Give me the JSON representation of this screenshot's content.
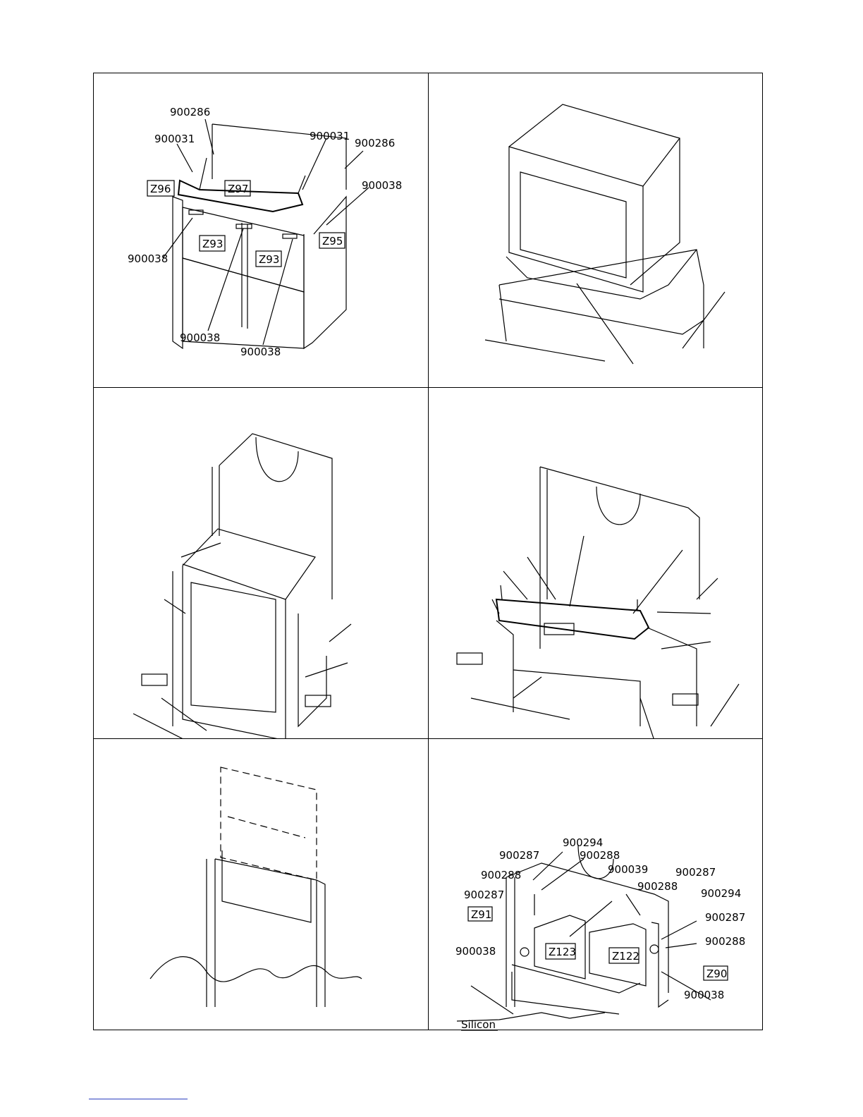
{
  "panels": {
    "p1": {
      "labels": [
        "900286",
        "900031",
        "900031",
        "900286",
        "900038",
        "900038",
        "900038",
        "900038"
      ],
      "boxed": [
        "Z96",
        "Z97",
        "Z93",
        "Z93",
        "Z95"
      ]
    },
    "p6": {
      "labels": [
        "900294",
        "900287",
        "900288",
        "900039",
        "900288",
        "900287",
        "900288",
        "900287",
        "900294",
        "900287",
        "900288",
        "900038",
        "900038"
      ],
      "boxed": [
        "Z91",
        "Z123",
        "Z122",
        "Z90"
      ],
      "silicon": "Silicon"
    }
  }
}
